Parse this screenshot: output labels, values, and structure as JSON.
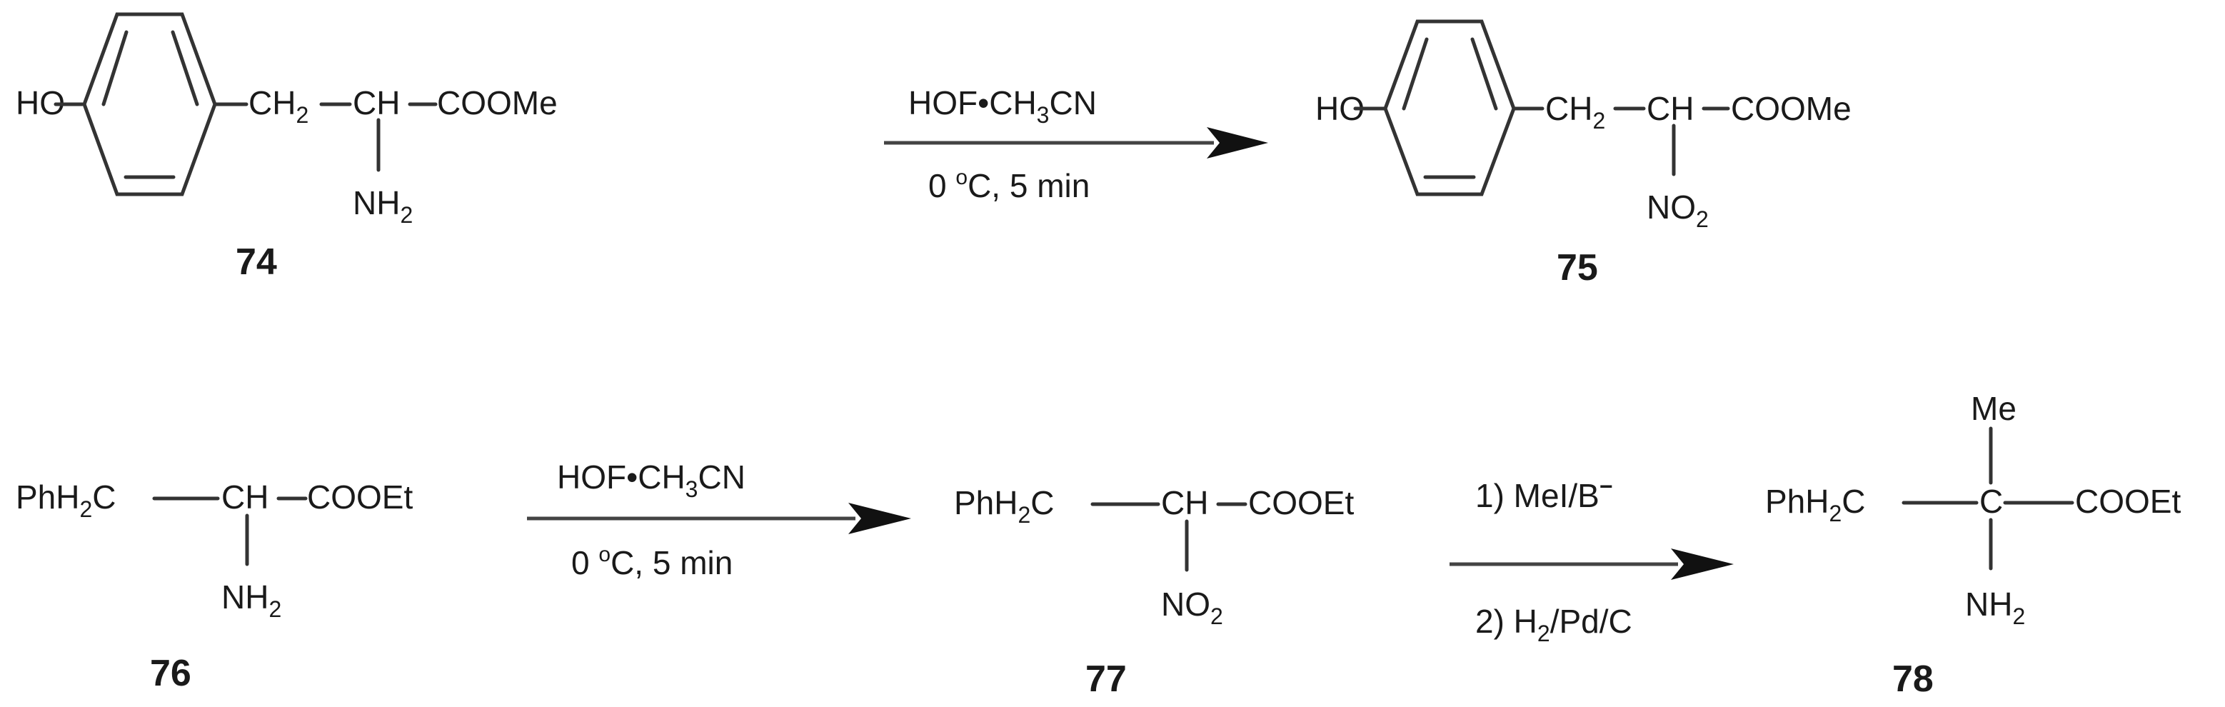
{
  "row1": {
    "c74": {
      "label": "74",
      "ho": "HO",
      "ch2_main": "CH",
      "ch2_sub": "2",
      "ch": "CH",
      "ester": "COOMe",
      "nh": "NH",
      "nh_sub": "2"
    },
    "arrow1": {
      "reagent_a": "HOF",
      "reagent_dot": "•",
      "reagent_b": "CH",
      "reagent_sub": "3",
      "reagent_c": "CN",
      "cond_a": "0 ",
      "cond_sup": "o",
      "cond_b": "C, 5 min"
    },
    "c75": {
      "label": "75",
      "ho": "HO",
      "ch2_main": "CH",
      "ch2_sub": "2",
      "ch": "CH",
      "ester": "COOMe",
      "no": "NO",
      "no_sub": "2"
    }
  },
  "row2": {
    "c76": {
      "label": "76",
      "phh": "PhH",
      "phh_sub": "2",
      "phh_c": "C",
      "ch": "CH",
      "ester": "COOEt",
      "nh": "NH",
      "nh_sub": "2"
    },
    "arrow2": {
      "reagent_a": "HOF",
      "reagent_dot": "•",
      "reagent_b": "CH",
      "reagent_sub": "3",
      "reagent_c": "CN",
      "cond_a": "0 ",
      "cond_sup": "o",
      "cond_b": "C, 5 min"
    },
    "c77": {
      "label": "77",
      "phh": "PhH",
      "phh_sub": "2",
      "phh_c": "C",
      "ch": "CH",
      "ester": "COOEt",
      "no": "NO",
      "no_sub": "2"
    },
    "arrow3": {
      "step1": "1) MeI/B",
      "step1_charge": "−",
      "step2_a": "2) H",
      "step2_sub": "2",
      "step2_b": "/Pd/C"
    },
    "c78": {
      "label": "78",
      "me": "Me",
      "phh": "PhH",
      "phh_sub": "2",
      "phh_c": "C",
      "c": "C",
      "ester": "COOEt",
      "nh": "NH",
      "nh_sub": "2"
    }
  }
}
